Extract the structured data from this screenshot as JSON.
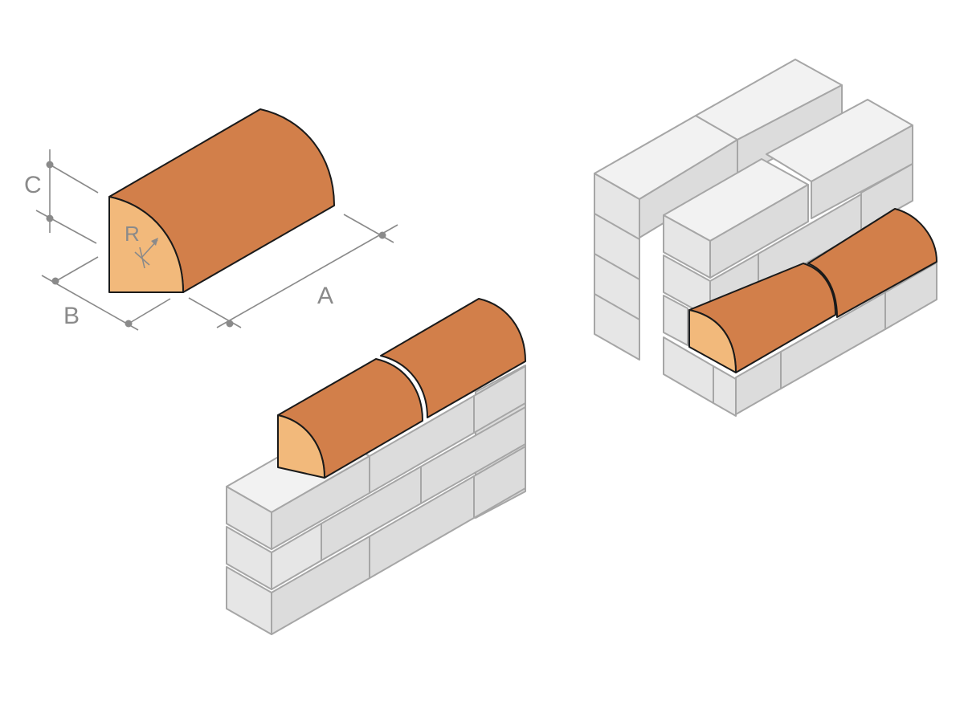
{
  "diagram": {
    "dimension_labels": {
      "length": "A",
      "width": "B",
      "height": "C",
      "radius": "R"
    },
    "colors": {
      "brick_top": "#d27f4a",
      "brick_end": "#f2b97b",
      "brick_outline": "#1a1a1a",
      "block_top": "#f2f2f2",
      "block_left": "#e6e6e6",
      "block_right": "#dcdcdc",
      "block_outline": "#a6a6a6",
      "dimension_line": "#8a8a8a"
    }
  }
}
